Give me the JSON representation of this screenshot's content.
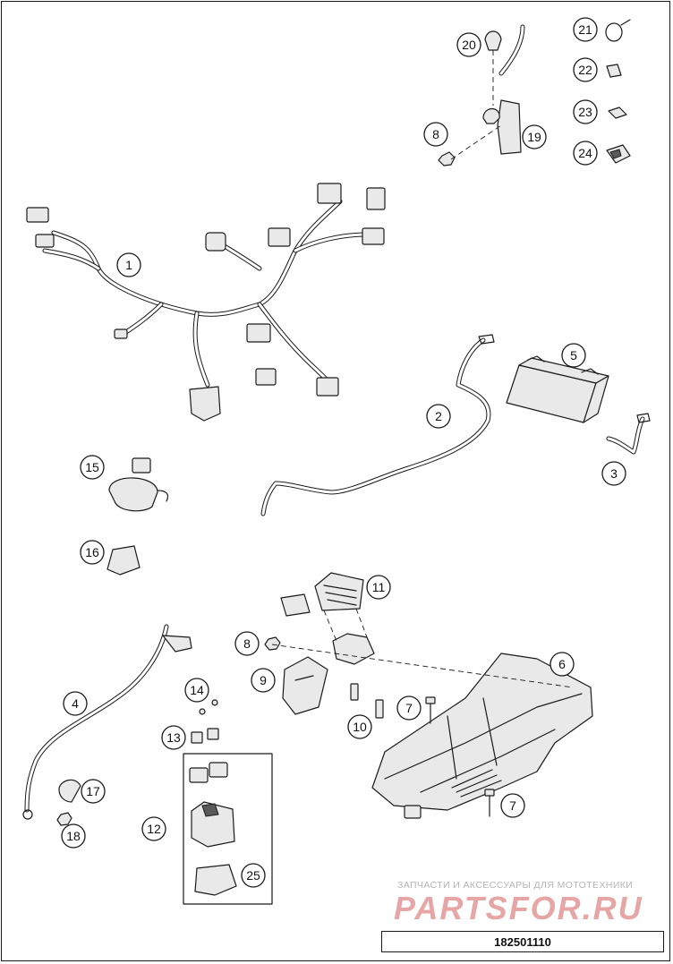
{
  "callouts": [
    "1",
    "2",
    "3",
    "4",
    "5",
    "6",
    "7",
    "8",
    "9",
    "10",
    "11",
    "12",
    "13",
    "14",
    "15",
    "16",
    "17",
    "18",
    "19",
    "20",
    "21",
    "22",
    "23",
    "24",
    "25"
  ],
  "watermark": {
    "tagline": "ЗАПЧАСТИ И АКСЕССУАРЫ ДЛЯ МОТОТЕХНИКИ",
    "logo": "PARTSFOR.RU"
  },
  "drawing_number": "182501110",
  "colors": {
    "line": "#1a1a1a",
    "watermark": "#e7a6a6",
    "watermark_text": "#b5b5b5"
  }
}
